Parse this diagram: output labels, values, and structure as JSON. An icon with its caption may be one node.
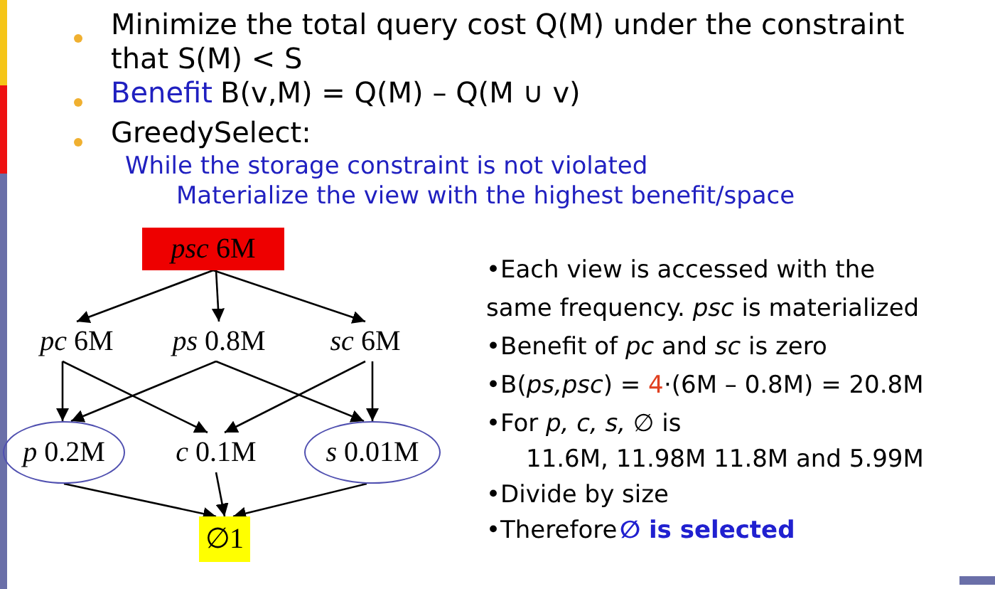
{
  "diagram": {
    "nodes": [
      {
        "text": [
          "*psc* 6M"
        ]
      },
      {
        "text": [
          "*pc* 6M"
        ]
      },
      {
        "text": [
          "*ps* 0.8M"
        ]
      },
      {
        "text": [
          "*sc* 6M"
        ]
      },
      {
        "text": [
          "*p* 0.2M"
        ]
      },
      {
        "text": [
          "*c* 0.1M"
        ]
      },
      {
        "text": [
          "*s* 0.01M"
        ]
      },
      {
        "text": [
          "∅1"
        ]
      }
    ],
    "edges": [
      {
        "from": 0,
        "to": 1,
        "arrow": "to"
      },
      {
        "from": 0,
        "to": 2,
        "arrow": "to"
      },
      {
        "from": 0,
        "to": 3,
        "arrow": "to"
      },
      {
        "from": 1,
        "to": 4,
        "arrow": "to"
      },
      {
        "from": 1,
        "to": 5,
        "arrow": "to"
      },
      {
        "from": 2,
        "to": 4,
        "arrow": "to"
      },
      {
        "from": 2,
        "to": 6,
        "arrow": "to"
      },
      {
        "from": 3,
        "to": 5,
        "arrow": "to"
      },
      {
        "from": 3,
        "to": 6,
        "arrow": "to"
      },
      {
        "from": 4,
        "to": 7,
        "arrow": "to"
      },
      {
        "from": 5,
        "to": 7,
        "arrow": "to"
      },
      {
        "from": 6,
        "to": 7,
        "arrow": "to"
      }
    ],
    "labels": [
      "Minimize the total query cost Q(M) under the constraint that S(M) < S",
      "Benefit",
      "B(v,M) = Q(M) – Q(M ∪ v)",
      "GreedySelect:",
      "While the storage constraint is not violated",
      "Materialize the view with the highest benefit/space",
      "•Each view is accessed with the same frequency. *psc* is materialized",
      "•Benefit of *pc* and *sc* is zero",
      "•B(*ps,psc*) =",
      "4",
      "·(6M – 0.8M) = 20.8M",
      "•For *p, c, s,* ∅ is",
      "11.6M, 11.98M 11.8M and 5.99M",
      "•Divide by size",
      "•Therefore",
      "∅ is selected"
    ]
  }
}
